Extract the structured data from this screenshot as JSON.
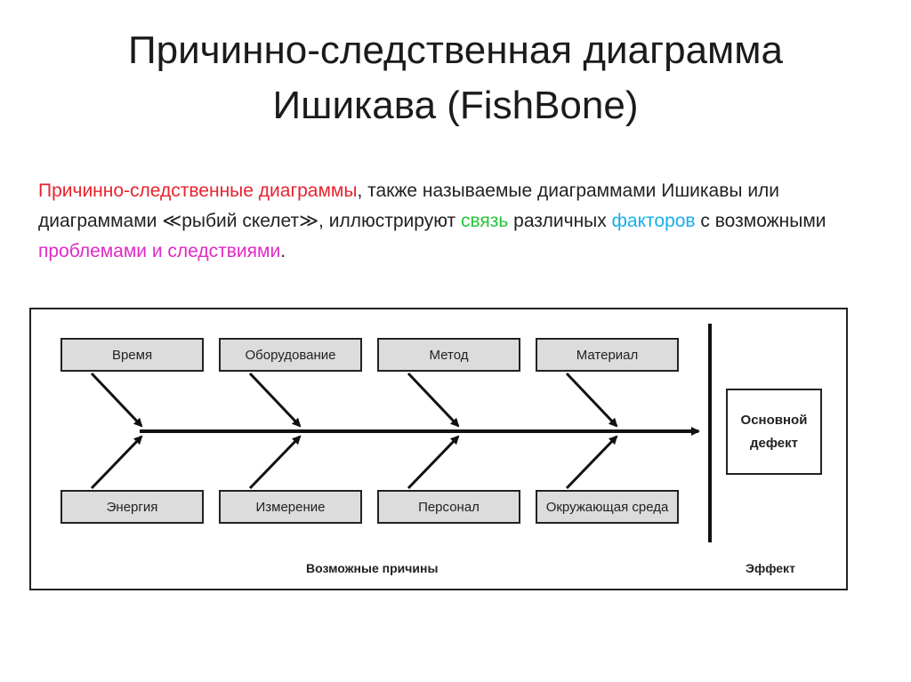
{
  "slide": {
    "title_line1": "Причинно-следственная диаграмма",
    "title_line2": "Ишикава (FishBone)",
    "desc": {
      "p1": "Причинно-следственные диаграммы",
      "p2": ", также называемые диаграммами Ишикавы или диаграммами ≪рыбий скелет≫, иллюстрируют ",
      "p3": "связь",
      "p4": " различных ",
      "p5": "факторов",
      "p6": " с возможными ",
      "p7": "проблемами и следствиями",
      "p8": "."
    }
  },
  "diagram": {
    "top_causes": [
      "Время",
      "Оборудование",
      "Метод",
      "Материал"
    ],
    "bottom_causes": [
      "Энергия",
      "Измерение",
      "Персонал",
      "Окружающая среда"
    ],
    "effect_line1": "Основной",
    "effect_line2": "дефект",
    "causes_caption": "Возможные причины",
    "effect_caption": "Эффект",
    "colors": {
      "emphasis_red": "#e8232f",
      "emphasis_green": "#27c43a",
      "emphasis_cyan": "#18aeea",
      "emphasis_magenta": "#e02ac6",
      "box_fill": "#dcdcdc"
    }
  }
}
